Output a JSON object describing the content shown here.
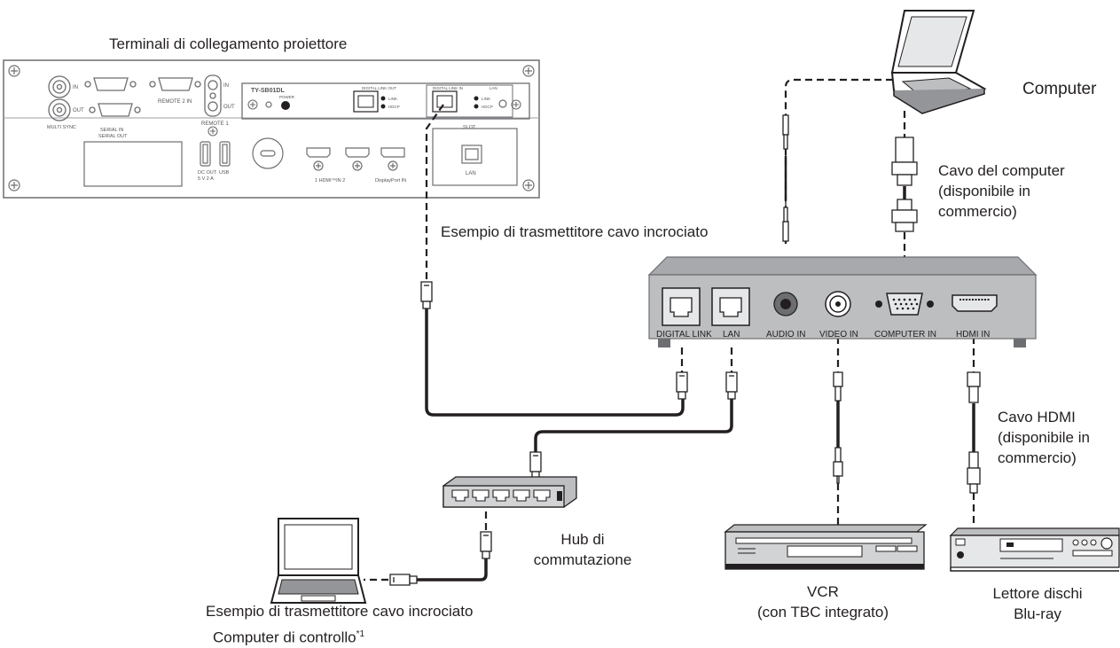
{
  "projector": {
    "title": "Terminali di collegamento proiettore",
    "panel": {
      "board_model": "TY-SB01DL",
      "power_label": "POWER",
      "digital_link_out": "DIGITAL LINK OUT",
      "digital_link_in": "DIGITAL LINK IN",
      "lan_small": "LAN",
      "link": "LINK",
      "hdcp": "HDCP",
      "slot": "SLOT",
      "in": "IN",
      "out": "OUT",
      "multisync": "MULTI SYNC",
      "serial_in": "SERIAL IN",
      "serial_out": "SERIAL OUT",
      "remote_2_in": "REMOTE 2 IN",
      "remote_1": "REMOTE 1",
      "dc_out": "DC OUT",
      "dc_out_rating": "5 V 2 A",
      "usb": "USB",
      "hdmi_in": "1  HDMI™IN  2",
      "displayport_in": "DisplayPort IN",
      "lan": "LAN"
    }
  },
  "transmitter": {
    "caption": "Esempio di trasmettitore cavo incrociato",
    "ports": {
      "digital_link": "DIGITAL LINK",
      "lan": "LAN",
      "audio_in": "AUDIO IN",
      "video_in": "VIDEO IN",
      "computer_in": "COMPUTER IN",
      "hdmi_in": "HDMI IN"
    }
  },
  "computer": {
    "label": "Computer"
  },
  "computer_cable": {
    "line1": "Cavo del computer",
    "line2": "(disponibile in",
    "line3": "commercio)"
  },
  "hdmi_cable": {
    "line1": "Cavo HDMI",
    "line2": "(disponibile in",
    "line3": "commercio)"
  },
  "hub": {
    "line1": "Hub di",
    "line2": "commutazione"
  },
  "vcr": {
    "line1": "VCR",
    "line2": "(con TBC integrato)"
  },
  "bluray": {
    "line1": "Lettore dischi",
    "line2": "Blu-ray"
  },
  "control": {
    "transmitter_caption": "Esempio di trasmettitore cavo incrociato",
    "label": "Computer di controllo",
    "footnote": "*1"
  },
  "colors": {
    "line": "#231f20",
    "device_fill": "#bcbec0",
    "device_dark": "#939598",
    "panel_stroke": "#6d6e71"
  }
}
